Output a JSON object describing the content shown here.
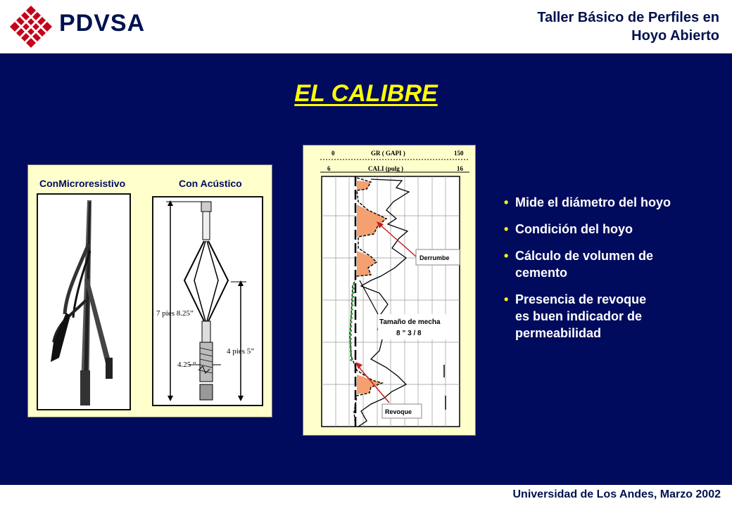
{
  "header": {
    "brand": "PDVSA",
    "course_line1": "Taller Básico de Perfiles en",
    "course_line2": "Hoyo Abierto"
  },
  "slide": {
    "title": "EL CALIBRE"
  },
  "tools": {
    "label_left": "ConMicroresistivo",
    "label_right": "Con Acústico",
    "dim_length_total": "7 pies 8.25”",
    "dim_diameter": "4.25 “",
    "dim_length_arms": "4 pies 5”"
  },
  "log": {
    "track1_min": "0",
    "track1_name": "GR ( GAPI )",
    "track1_max": "150",
    "track2_min": "6",
    "track2_name": "CALI (pulg )",
    "track2_max": "16",
    "label_derrumbe": "Derrumbe",
    "label_mecha_line1": "Tamaño de mecha",
    "label_mecha_line2": "8 ” 3 / 8",
    "label_revoque": "Revoque"
  },
  "bullets": [
    "Mide el diámetro del hoyo",
    "Condición del hoyo",
    "Cálculo de volumen de\ncemento",
    "Presencia de revoque\nes buen indicador de\npermeabilidad"
  ],
  "footer": {
    "text": "Universidad de Los Andes, Marzo 2002"
  },
  "colors": {
    "background": "#000b5e",
    "title": "#ffff00",
    "bullet_dot": "#ffff00",
    "panel": "#ffffcc",
    "fill_derrumbe": "#f4a070",
    "revoque": "#2e9e3a"
  }
}
